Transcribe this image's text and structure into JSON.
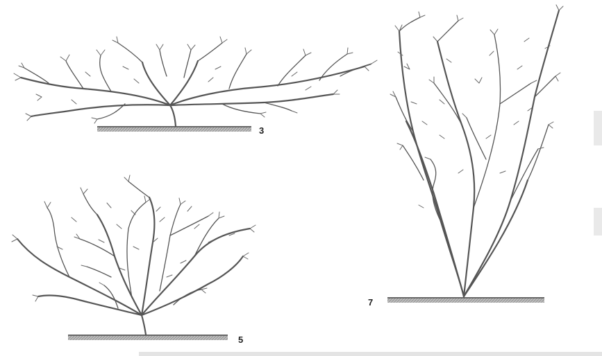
{
  "figures": [
    {
      "id": "shrub-3",
      "label": "3"
    },
    {
      "id": "shrub-5",
      "label": "5"
    },
    {
      "id": "shrub-7",
      "label": "7"
    }
  ],
  "colors": {
    "ink": "#555555",
    "ground": "#333333",
    "hatch": "#9a9a9a",
    "edge_bars": "#e4e4e4"
  }
}
